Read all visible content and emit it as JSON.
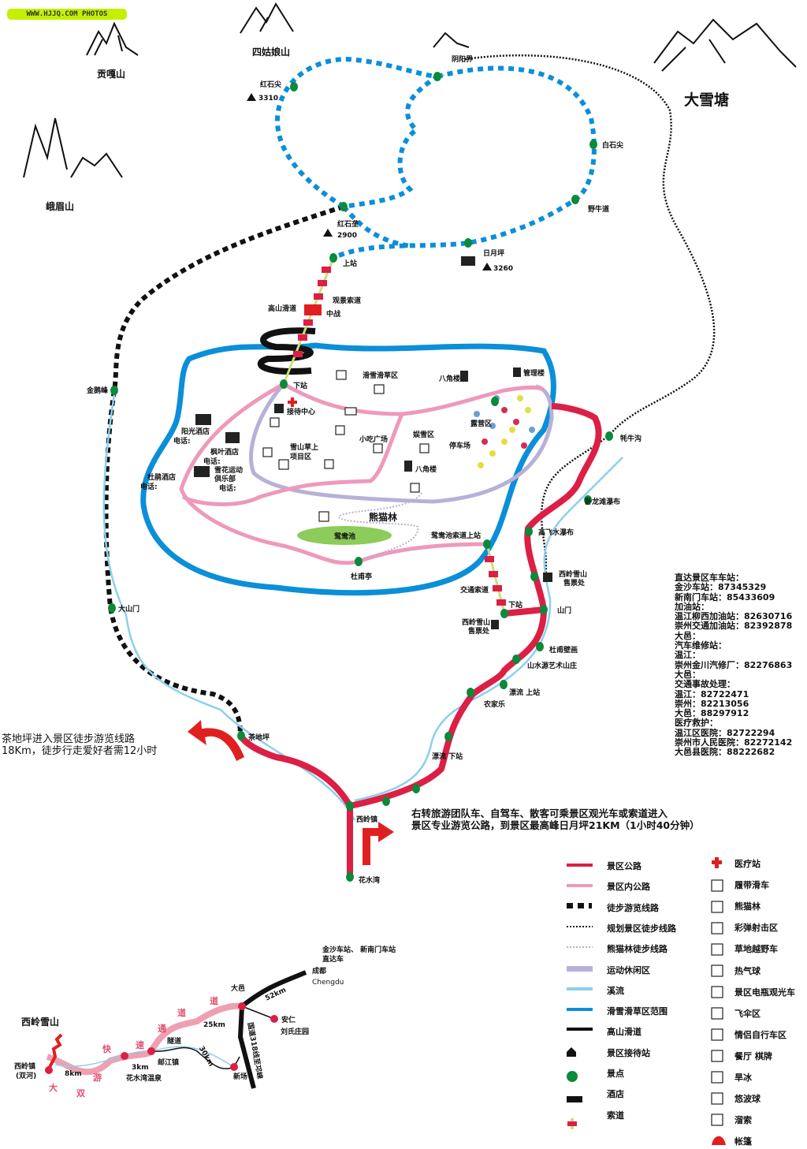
{
  "watermark": "WWW.HJJQ.COM PHOTOS",
  "colors": {
    "scenic_road": "#dc1f45",
    "inner_road": "#ee99bb",
    "hiking": "#111111",
    "stream": "#8ccff0",
    "ski_zone": "#0a8fd8",
    "leisure": "#b8b0d8",
    "spot": "#0a8a3a",
    "cable": "#c8e07a"
  },
  "mountains": {
    "gongga": "贡嘎山",
    "sigu": "四姑娘山",
    "daxuetang": "大雪塘",
    "emei": "峨眉山"
  },
  "peaks": {
    "hongshijian": "红石尖",
    "hongshijian_alt": "3310",
    "yinyangjie": "阴阳界",
    "baishijian": "白石尖",
    "yeniudao": "野牛道",
    "hongshilong": "红石垄",
    "hongshilong_alt": "2900",
    "riyueping": "日月坪",
    "riyueping_alt": "3260"
  },
  "cableway": {
    "upper": "上站",
    "scenic": "观景索道",
    "slide": "高山滑道",
    "middle": "中战",
    "lower": "下站"
  },
  "ski_area": {
    "ski_grass": "滑雪滑草区",
    "octagon1": "八角楼",
    "management": "管理楼",
    "reception": "接待中心",
    "yangguang": "阳光酒店",
    "fengye": "枫叶酒店",
    "xuehua1": "雪花运动",
    "xuehua2": "俱乐部",
    "dujuan": "杜鹃酒店",
    "phone": "电话:",
    "grass1": "雪山草上",
    "grass2": "项目区",
    "snack": "小吃广场",
    "yuxue": "娱雪区",
    "parking": "停车场",
    "camping": "露营区",
    "octagon2": "八角楼",
    "panda": "熊猫林",
    "pond": "鸳鸯池",
    "pond_station": "鸳鸯池索道上站",
    "dufu_pavilion": "杜甫亭",
    "traffic_cable": "交通索道",
    "lower_station": "下站",
    "ticket1": "西岭雪山",
    "ticket2": "售票处"
  },
  "route": {
    "jine": "金鹅峰",
    "dashanmen": "大山门",
    "chadiping": "茶地坪",
    "xilingzhen": "西岭镇",
    "huashuiwan": "花水湾",
    "maoniugou": "牦牛沟",
    "wolong": "卧龙滩瀑布",
    "gaofei": "高飞水瀑布",
    "ticket1": "西岭雪山",
    "ticket2": "售票处",
    "shanmen": "山门",
    "dufu_mural": "杜甫壁画",
    "shanshuiyuan": "山水源艺术山庄",
    "rafting_up": "漂流  上站",
    "farm": "农家乐",
    "rafting_down": "漂流  下站"
  },
  "notes": {
    "hike_line1": "茶地坪进入景区徒步游览线路",
    "hike_line2": "18Km，徒步行走爱好者需12小时",
    "turn_line1": "右转旅游团队车、自驾车、散客可乘景区观光车或索道进入",
    "turn_line2": "景区专业游览公路，到景区最高峰日月坪21KM（1小时40分钟）"
  },
  "contacts": [
    "直达景区车车站：",
    "金沙车站：87345329",
    "新南门车站：85433609",
    "加油站：",
    "温江柳西加油站：82630716",
    "崇州交通加油站：82392878",
    "大邑：",
    "汽车维修站：",
    "温江：",
    "崇州金川汽修厂：82276863",
    "大邑：",
    "交通事故处理：",
    "温江：82722471",
    "崇州：82213056",
    "大邑：88297912",
    "医疗救护：",
    "温江区医院：82722294",
    "崇州市人民医院：82272142",
    "大邑县医院：88222682"
  ],
  "legend_left": [
    "景区公路",
    "景区内公路",
    "徒步游览线路",
    "规划景区徒步线路",
    "熊猫林徒步线路",
    "运动休闲区",
    "溪流",
    "滑雪滑草区范围",
    "高山滑道",
    "景区接待站",
    "景点",
    "酒店",
    "索道"
  ],
  "legend_right": [
    "医疗站",
    "履带滑车",
    "熊猫林",
    "彩弹射击区",
    "草地越野车",
    "热气球",
    "景区电瓶观光车",
    "飞伞区",
    "情侣自行车区",
    "餐厅 棋牌",
    "旱冰",
    "悠波球",
    "溜索",
    "帐篷"
  ],
  "inset": {
    "title": "西岭雪山",
    "xiling": "西岭镇",
    "shuanghe": "(双河)",
    "d8": "8km",
    "d3": "3km",
    "huashuiwan": "花水湾温泉",
    "pujiang": "邮江镇",
    "tunnel": "隧道",
    "d25": "25km",
    "d30": "30km",
    "dayi": "大邑",
    "d52": "52km",
    "chengdu": "成都",
    "chengdu_en": "Chengdu",
    "bus1": "金沙车站、 新南门车站",
    "bus2": "直达车",
    "anren": "安仁",
    "liu": "刘氏庄园",
    "xinchang": "新场",
    "g318": "国道318线至邛崃",
    "highway": [
      "大",
      "双",
      "游",
      "快",
      "速",
      "通",
      "道"
    ]
  }
}
